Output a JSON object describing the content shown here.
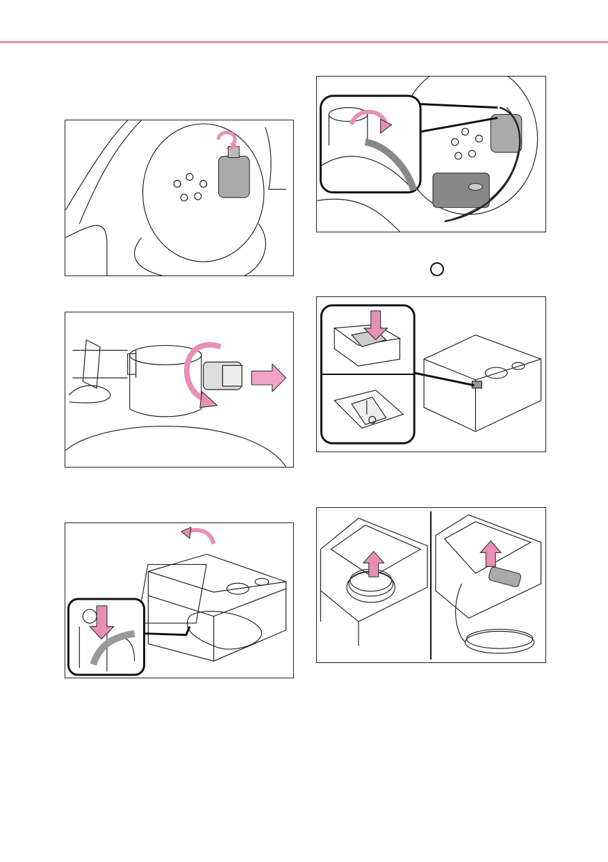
{
  "page": {
    "accent_color": "#e88fb4",
    "arrow_color": "#f2a3c8",
    "line_color": "#222222"
  },
  "symbols": {
    "off_position_mark": "O"
  },
  "figures": [
    {
      "id": "valve-cap-on-wheel",
      "icon": "wheel-with-sealant-bottle"
    },
    {
      "id": "bottle-cap-unscrew",
      "icon": "bottle-cap-rotate-arrow"
    },
    {
      "id": "compressor-cover-open",
      "icon": "compressor-cover-lift"
    },
    {
      "id": "hose-connected-to-valve",
      "icon": "compressor-hose-attached"
    },
    {
      "id": "compressor-switch",
      "icon": "power-switch-on-off"
    },
    {
      "id": "cord-and-plug-removal",
      "icon": "cord-lift-out"
    }
  ]
}
